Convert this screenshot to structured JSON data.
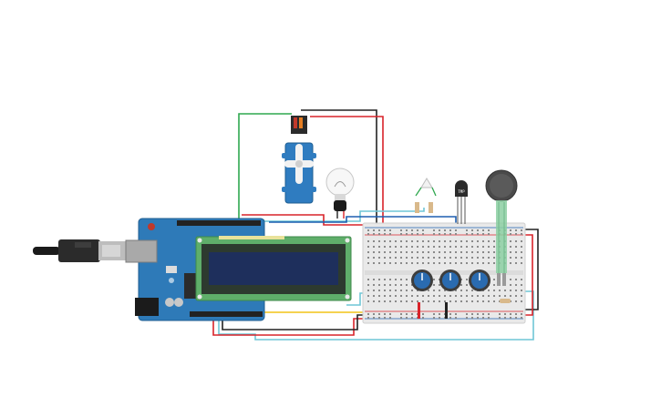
{
  "circuit": {
    "arduino": {
      "label": "",
      "usb_cable": "usb-cable"
    },
    "lcd": {
      "label": ""
    },
    "servo": {
      "label": ""
    },
    "bulb": {
      "label": ""
    },
    "temp_sensor": {
      "label": "TMP"
    },
    "photodiode": {
      "label": ""
    },
    "potentiometers": [
      {
        "id": "pot-1"
      },
      {
        "id": "pot-2"
      },
      {
        "id": "pot-3"
      }
    ],
    "force_sensor": {
      "label": ""
    },
    "breadboard": {
      "label": ""
    }
  },
  "colors": {
    "arduino": "#2e7ab8",
    "arduino_header": "#222222",
    "lcd_pcb": "#5fae6a",
    "lcd_screen": "#1e2f5c",
    "breadboard": "#e9e9e9",
    "wire_red": "#d9232a",
    "wire_black": "#222222",
    "wire_green": "#2fa84f",
    "wire_yellow": "#f2c316",
    "wire_cyan": "#6fc6d6",
    "servo_body": "#2f7cc0",
    "pot_knob": "#2a6bb0",
    "force_sensor": "#4a4a4a"
  }
}
